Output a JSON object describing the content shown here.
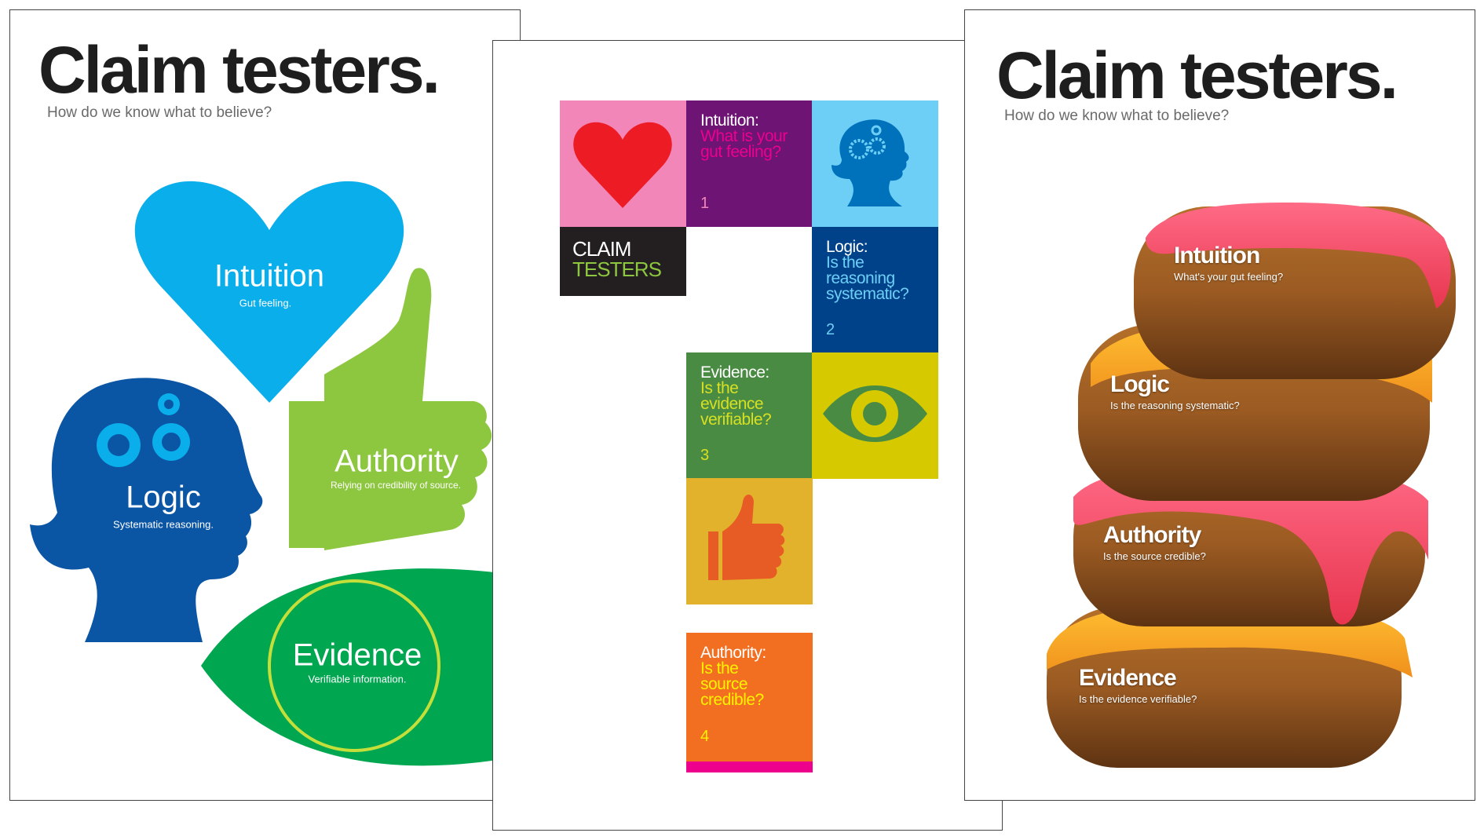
{
  "posters": {
    "left": {
      "title": "Claim testers.",
      "subtitle": "How do we know what to believe?",
      "intuition": {
        "label": "Intuition",
        "desc": "Gut feeling."
      },
      "logic": {
        "label": "Logic",
        "desc": "Systematic reasoning."
      },
      "authority": {
        "label": "Authority",
        "desc": "Relying on credibility of source."
      },
      "evidence": {
        "label": "Evidence",
        "desc": "Verifiable information."
      }
    },
    "middle": {
      "claim_line1": "CLAIM",
      "claim_line2": "TESTERS",
      "intuition": {
        "label": "Intuition:",
        "question": "What is your gut feeling?",
        "number": "1"
      },
      "logic": {
        "label": "Logic:",
        "question": "Is the reasoning systematic?",
        "number": "2"
      },
      "evidence": {
        "label": "Evidence:",
        "question": "Is the evidence verifiable?",
        "number": "3"
      },
      "authority": {
        "label": "Authority:",
        "question": "Is the source credible?",
        "number": "4"
      }
    },
    "right": {
      "title": "Claim testers.",
      "subtitle": "How do we know what to believe?",
      "intuition": {
        "label": "Intuition",
        "desc": "What's your gut feeling?"
      },
      "logic": {
        "label": "Logic",
        "desc": "Is the reasoning systematic?"
      },
      "authority": {
        "label": "Authority",
        "desc": "Is the source credible?"
      },
      "evidence": {
        "label": "Evidence",
        "desc": "Is the evidence verifiable?"
      }
    }
  },
  "colors": {
    "heart_blue": "#0aaeea",
    "logic_blue": "#0b55a5",
    "authority_green": "#8dc63f",
    "evidence_green": "#00a650"
  }
}
